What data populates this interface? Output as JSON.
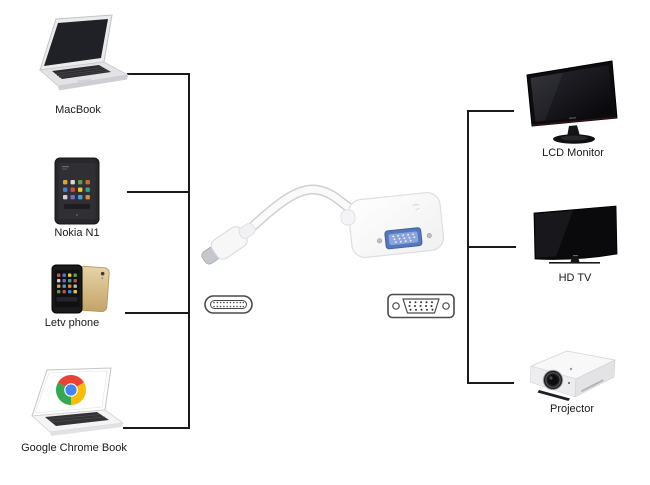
{
  "sources": [
    {
      "id": "macbook",
      "label": "MacBook"
    },
    {
      "id": "nokia-n1",
      "label": "Nokia N1"
    },
    {
      "id": "letv-phone",
      "label": "Letv phone"
    },
    {
      "id": "google-chrome-book",
      "label": "Google Chrome Book"
    }
  ],
  "outputs": [
    {
      "id": "lcd-monitor",
      "label": "LCD Monitor"
    },
    {
      "id": "hd-tv",
      "label": "HD TV"
    },
    {
      "id": "projector",
      "label": "Projector"
    }
  ],
  "adapter": {
    "icons": [
      {
        "name": "usb-c-connector-icon"
      },
      {
        "name": "vga-connector-icon"
      }
    ]
  },
  "colors": {
    "background": "#ffffff",
    "connector_line": "#1a1a1a",
    "label_text": "#1a1a1a",
    "vga_port_blue": "#5577c0",
    "chrome_red": "#ea4335",
    "chrome_green": "#34a853",
    "chrome_yellow": "#fbbc05",
    "chrome_blue": "#4285f4",
    "letv_gold": "#cfb27c"
  }
}
